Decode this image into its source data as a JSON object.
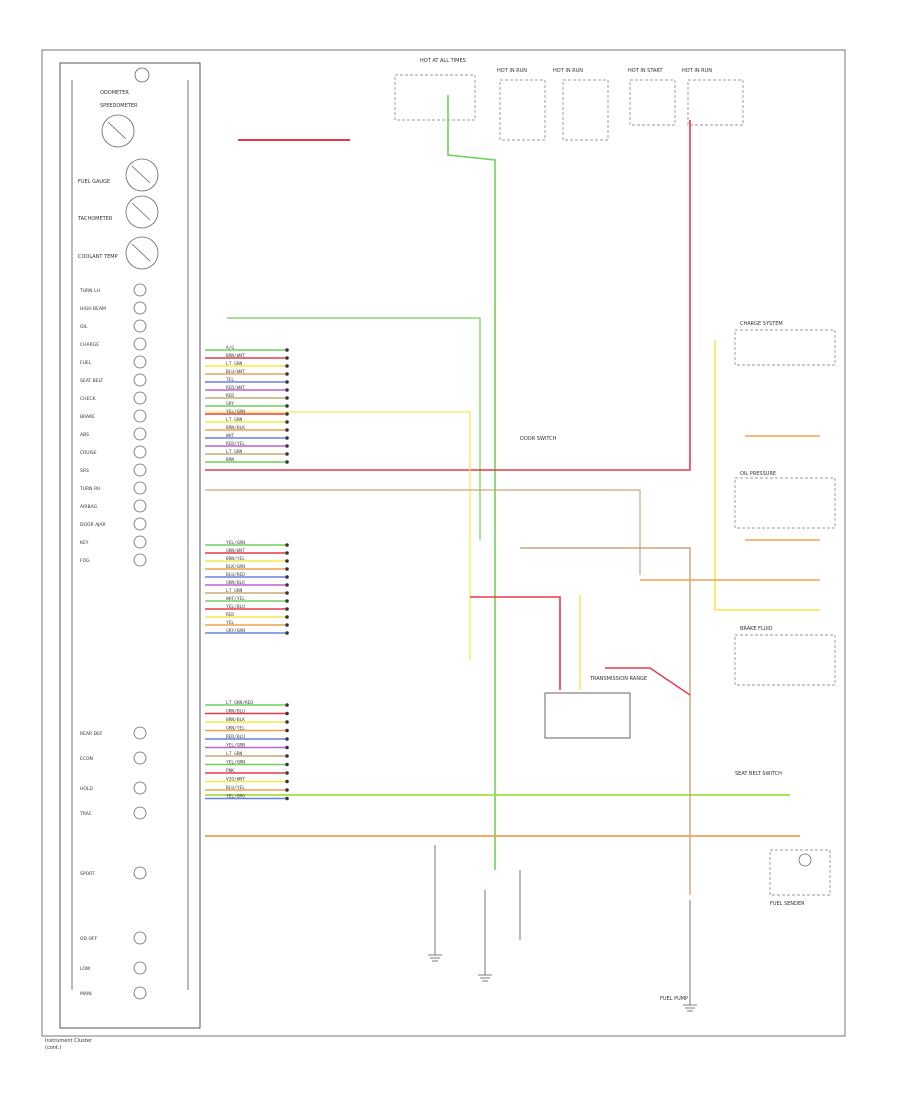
{
  "footer": {
    "title": "Instrument Cluster",
    "sub": "(cont.)"
  },
  "top_labels": [
    "HOT AT ALL TIMES",
    "HOT IN RUN",
    "HOT IN RUN",
    "HOT IN START",
    "HOT IN RUN"
  ],
  "cluster": {
    "gauges": [
      "ODOMETER",
      "SPEEDOMETER",
      "FUEL GAUGE",
      "TACHOMETER",
      "COOLANT TEMP"
    ],
    "indicators": [
      "TURN LH",
      "HIGH BEAM",
      "OIL",
      "CHARGE",
      "FUEL",
      "SEAT BELT",
      "CHECK",
      "BRAKE",
      "ABS",
      "CRUISE",
      "SRS",
      "TURN RH",
      "AIRBAG",
      "DOOR AJAR",
      "KEY",
      "FOG",
      "REAR DEF",
      "ECON",
      "HOLD",
      "TRAC",
      "SPORT",
      "OD OFF",
      "LOW",
      "MAIN"
    ]
  },
  "wire_colors": [
    {
      "name": "green",
      "hex": "#6fd05a"
    },
    {
      "name": "red",
      "hex": "#e8394a"
    },
    {
      "name": "yellow",
      "hex": "#f2ea4a"
    },
    {
      "name": "orange",
      "hex": "#f0a050"
    },
    {
      "name": "blue",
      "hex": "#6a80e0"
    },
    {
      "name": "violet",
      "hex": "#c060d0"
    },
    {
      "name": "tan",
      "hex": "#c8a878"
    }
  ],
  "connector_rows_1": [
    "A/G",
    "BRN/WHT",
    "LT GRN",
    "BLU/WHT",
    "TEL",
    "RED/WHT",
    "RED",
    "GRY",
    "YEL/GRN",
    "LT GRN",
    "BRN/BLK",
    "WHT",
    "RED/YEL",
    "LT GRN",
    "BRN"
  ],
  "connector_rows_2": [
    "YEL/GRN",
    "GRN/WHT",
    "BRN/YEL",
    "BLK/GRN",
    "BLU/RED",
    "GRN/BLK",
    "LT GRN",
    "WHT/YEL",
    "YEL/BLU",
    "RED",
    "YEL",
    "GRY/GRN"
  ],
  "connector_rows_3": [
    "LT GRN/RED",
    "GRN/BLU",
    "BRN/BLK",
    "GRN/YEL",
    "RED/BLU",
    "YEL/GRN",
    "LT GRN",
    "YEL/GRN",
    "PNK",
    "VIO/WHT",
    "BLU/YEL",
    "YEL/ORG"
  ],
  "right_labels": [
    "FUEL SENDER",
    "CHARGE SYSTEM",
    "OIL PRESSURE",
    "BRAKE FLUID",
    "SEAT BELT SWITCH",
    "DOOR SWITCH",
    "TRANSMISSION RANGE",
    "FUEL PUMP"
  ]
}
